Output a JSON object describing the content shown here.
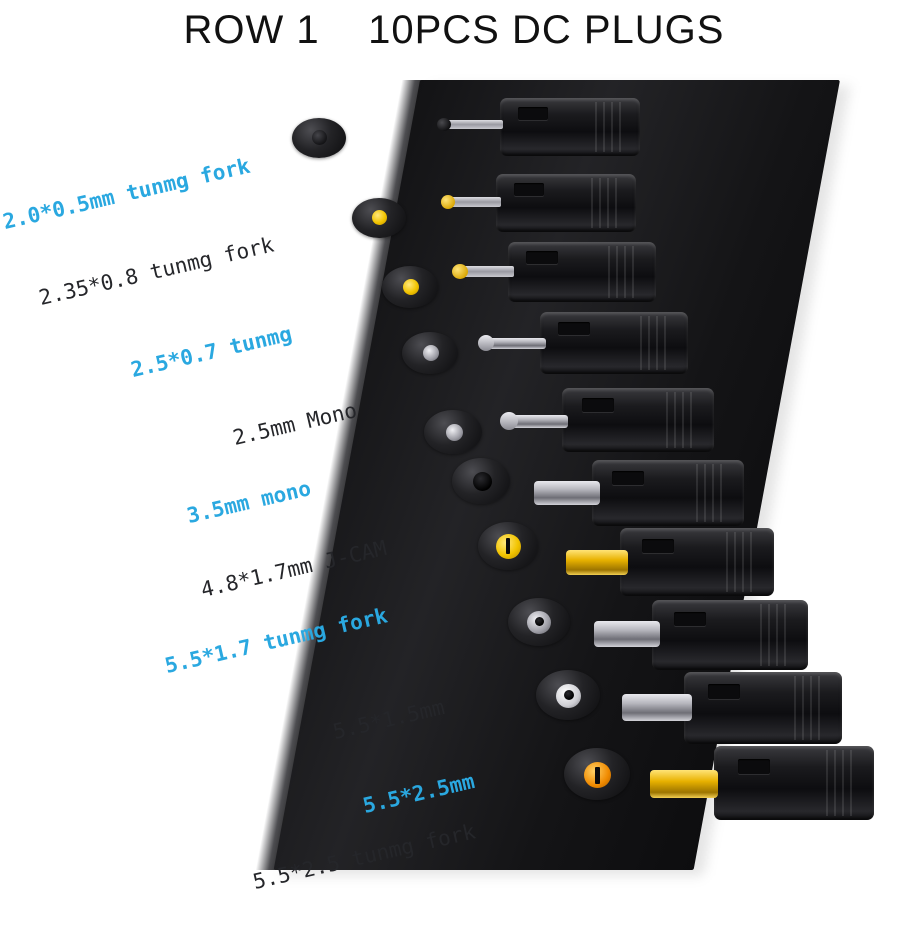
{
  "title": {
    "row_label": "ROW 1",
    "count_label": "10PCS DC PLUGS",
    "full": "ROW 1    10PCS DC PLUGS"
  },
  "image": {
    "subject": "set of 10 DC power adapter plug tips mounted on a black angled board",
    "background_color": "#ffffff",
    "board_color": "#1a1a1c"
  },
  "label_colors": {
    "highlight": "#2aa8e0",
    "normal": "#25262a"
  },
  "plugs": [
    {
      "index": 1,
      "label": "2.0*0.5mm tunmg fork",
      "style": "blue",
      "tip": "black",
      "disc_core": "dark"
    },
    {
      "index": 2,
      "label": "2.35*0.8 tunmg fork",
      "style": "dark",
      "tip": "yellow",
      "disc_core": "yellow"
    },
    {
      "index": 3,
      "label": "2.5*0.7 tunmg",
      "style": "blue",
      "tip": "yellow",
      "disc_core": "yellow"
    },
    {
      "index": 4,
      "label": "2.5mm Mono",
      "style": "dark",
      "tip": "silver",
      "disc_core": "silver"
    },
    {
      "index": 5,
      "label": "3.5mm mono",
      "style": "blue",
      "tip": "silver",
      "disc_core": "silver"
    },
    {
      "index": 6,
      "label": "4.8*1.7mm J-CAM",
      "style": "dark",
      "tip": "silver",
      "disc_core": "hole"
    },
    {
      "index": 7,
      "label": "5.5*1.7 tunmg fork",
      "style": "blue",
      "tip": "yellow",
      "disc_core": "yellow"
    },
    {
      "index": 8,
      "label": "5.5*1.5mm",
      "style": "dark",
      "tip": "silver",
      "disc_core": "silver"
    },
    {
      "index": 9,
      "label": "5.5*2.5mm",
      "style": "blue",
      "tip": "silver",
      "disc_core": "white"
    },
    {
      "index": 10,
      "label": "5.5*2.5 tunmg fork",
      "style": "dark",
      "tip": "yellow",
      "disc_core": "orange"
    }
  ]
}
